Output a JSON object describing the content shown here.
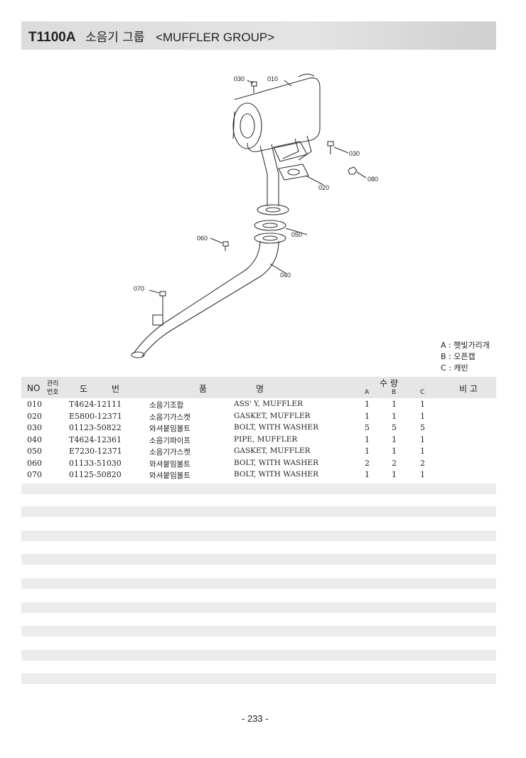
{
  "header": {
    "model": "T1100A",
    "title_korean": "소음기 그룹",
    "title_english": "<MUFFLER GROUP>"
  },
  "diagram": {
    "callouts": {
      "c030_top": "030",
      "c010": "010",
      "c030_right": "030",
      "c080": "080",
      "c020": "020",
      "c050": "050",
      "c060": "060",
      "c040": "040",
      "c070": "070"
    }
  },
  "legend": {
    "a": "A : 햇빛가리개",
    "b": "B : 오픈캡",
    "c": "C : 캐빈"
  },
  "table": {
    "headers": {
      "no": "NO",
      "mgmt_1": "관리",
      "mgmt_2": "번호",
      "part_1": "도",
      "part_2": "번",
      "name_1": "품",
      "name_2": "명",
      "qty": "수  량",
      "qa": "A",
      "qb": "B",
      "qc": "C",
      "remarks": "비 고"
    },
    "rows": [
      {
        "no": "010",
        "part": "T4624-12111",
        "kor": "소음기조합",
        "eng": "ASS' Y, MUFFLER",
        "a": "1",
        "b": "1",
        "c": "1"
      },
      {
        "no": "020",
        "part": "E5800-12371",
        "kor": "소음기가스켓",
        "eng": "GASKET, MUFFLER",
        "a": "1",
        "b": "1",
        "c": "1"
      },
      {
        "no": "030",
        "part": "01123-50822",
        "kor": "와셔붙임볼트",
        "eng": "BOLT, WITH WASHER",
        "a": "5",
        "b": "5",
        "c": "5"
      },
      {
        "no": "040",
        "part": "T4624-12361",
        "kor": "소음기파이프",
        "eng": "PIPE, MUFFLER",
        "a": "1",
        "b": "1",
        "c": "1"
      },
      {
        "no": "050",
        "part": "E7230-12371",
        "kor": "소음기가스켓",
        "eng": "GASKET, MUFFLER",
        "a": "1",
        "b": "1",
        "c": "1"
      },
      {
        "no": "060",
        "part": "01133-51030",
        "kor": "와셔붙임볼트",
        "eng": "BOLT, WITH WASHER",
        "a": "2",
        "b": "2",
        "c": "2"
      },
      {
        "no": "070",
        "part": "01125-50820",
        "kor": "와셔붙임볼트",
        "eng": "BOLT, WITH WASHER",
        "a": "1",
        "b": "1",
        "c": "1"
      }
    ]
  },
  "footer": {
    "page": "- 233 -"
  }
}
